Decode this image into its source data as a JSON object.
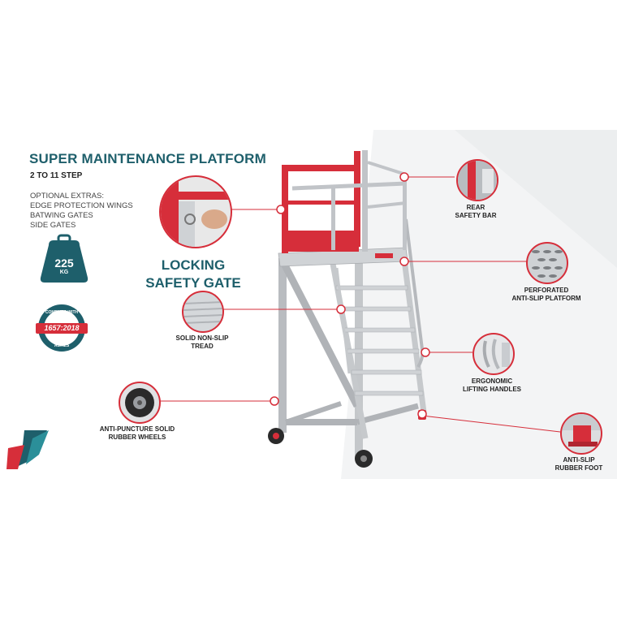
{
  "header": {
    "title": "SUPER MAINTENANCE PLATFORM",
    "subtitle": "2 TO 11 STEP"
  },
  "extras": {
    "heading": "OPTIONAL EXTRAS:",
    "items": [
      "EDGE PROTECTION WINGS",
      "BATWING GATES",
      "SIDE GATES"
    ]
  },
  "weight_badge": {
    "value": "225",
    "unit": "KG"
  },
  "standard_badge": {
    "top": "COMPLIES WITH",
    "code": "1657:2018",
    "bottom": "AS/NZS"
  },
  "locking_gate": {
    "line1": "LOCKING",
    "line2": "SAFETY GATE"
  },
  "callouts": {
    "rear_bar": [
      "REAR",
      "SAFETY BAR"
    ],
    "perforated": [
      "PERFORATED",
      "ANTI-SLIP PLATFORM"
    ],
    "tread": [
      "SOLID NON-SLIP",
      "TREAD"
    ],
    "handles": [
      "ERGONOMIC",
      "LIFTING HANDLES"
    ],
    "wheels": [
      "ANTI-PUNCTURE SOLID",
      "RUBBER WHEELS"
    ],
    "foot": [
      "ANTI-SLIP",
      "RUBBER FOOT"
    ]
  },
  "colors": {
    "accent_red": "#d62e3a",
    "brand_teal": "#1e5f6b",
    "frame_gray": "#b9bcc0"
  },
  "icons": [
    "weight-icon",
    "standard-badge-icon",
    "brand-logo-icon"
  ]
}
